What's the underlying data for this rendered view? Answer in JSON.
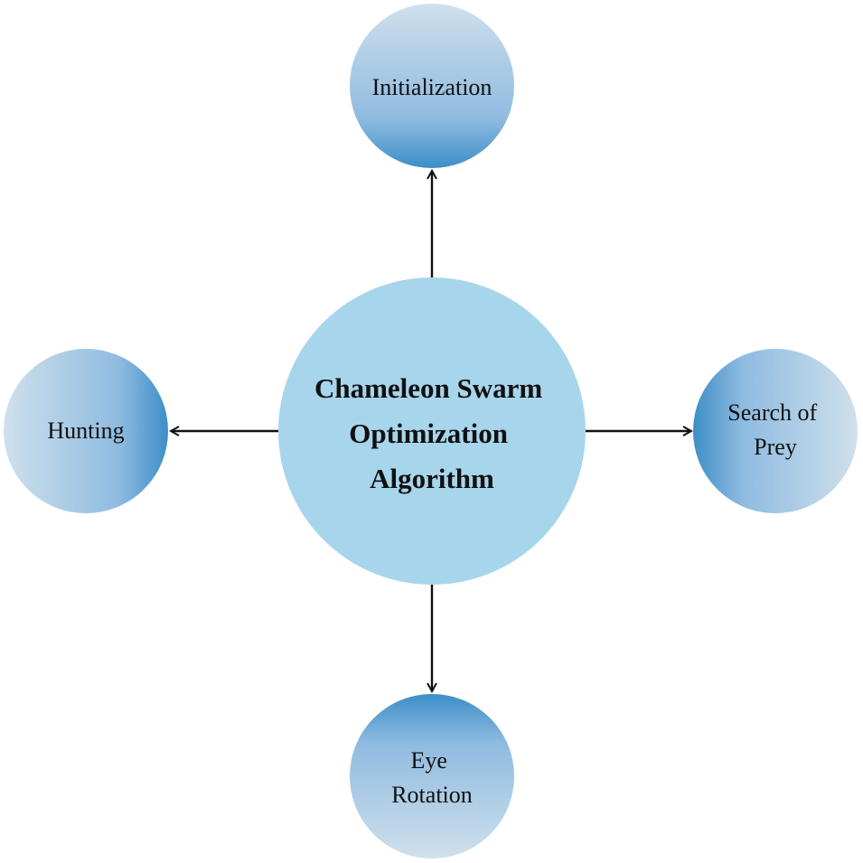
{
  "diagram": {
    "center": {
      "lines": [
        "Chameleon Swarm",
        "Optimization",
        "Algorithm"
      ],
      "fill": "#a7d5ec"
    },
    "nodes": {
      "top": {
        "lines": [
          "Initialization"
        ]
      },
      "right": {
        "lines": [
          "Search of",
          "Prey"
        ]
      },
      "bottom": {
        "lines": [
          "Eye",
          "Rotation"
        ]
      },
      "left": {
        "lines": [
          "Hunting"
        ]
      }
    },
    "colors": {
      "node_dark": "#3d8ec8",
      "node_mid": "#8fbbe0",
      "node_light": "#cfe0ec",
      "arrow": "#111111"
    }
  }
}
